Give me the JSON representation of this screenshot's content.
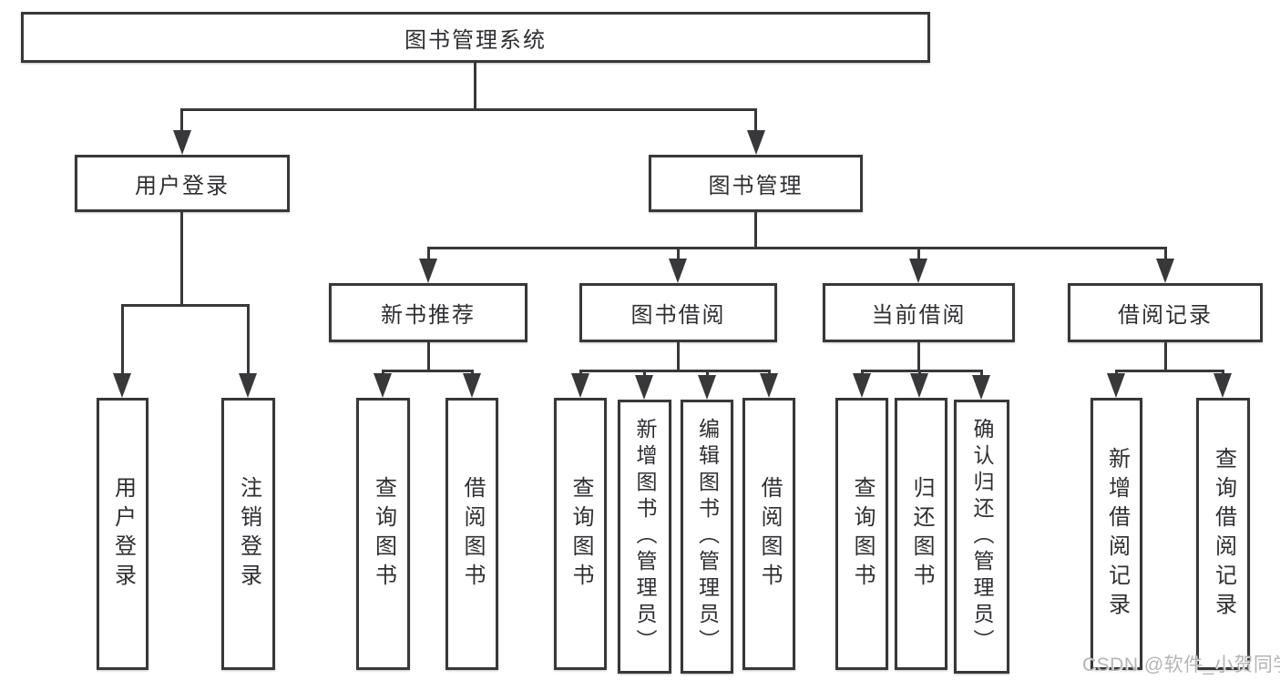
{
  "colors": {
    "line": "#38383a",
    "text": "#2f2f33",
    "box_background": "#ffffff",
    "watermark": "#b5b5b5",
    "page_background": "#ffffff"
  },
  "watermark": {
    "text": "CSDN @软件_小贺同学"
  },
  "tree": {
    "root": {
      "label": "图书管理系统"
    },
    "branches": [
      {
        "label": "用户登录",
        "children": [
          {
            "label": "用户登录"
          },
          {
            "label": "注销登录"
          }
        ]
      },
      {
        "label": "图书管理",
        "children": [
          {
            "label": "新书推荐",
            "children": [
              {
                "label": "查询图书"
              },
              {
                "label": "借阅图书"
              }
            ]
          },
          {
            "label": "图书借阅",
            "children": [
              {
                "label": "查询图书"
              },
              {
                "label": "新增图书（管理员）"
              },
              {
                "label": "编辑图书（管理员）"
              },
              {
                "label": "借阅图书"
              }
            ]
          },
          {
            "label": "当前借阅",
            "children": [
              {
                "label": "查询图书"
              },
              {
                "label": "归还图书"
              },
              {
                "label": "确认归还（管理员）"
              }
            ]
          },
          {
            "label": "借阅记录",
            "children": [
              {
                "label": "新增借阅记录"
              },
              {
                "label": "查询借阅记录"
              }
            ]
          }
        ]
      }
    ]
  }
}
